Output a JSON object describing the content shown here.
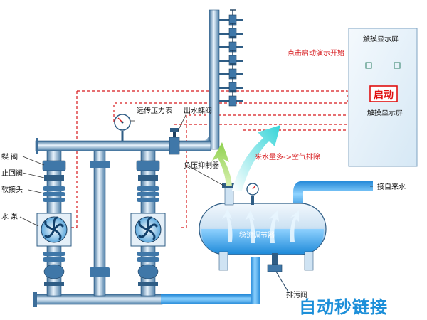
{
  "labels": {
    "butterfly_valve": "蝶 阀",
    "check_valve": "止回阀",
    "soft_joint": "软接头",
    "pump": "水 泵",
    "pressure_gauge": "远传压力表",
    "outlet_valve": "出水蝶阀",
    "suppressor": "负压抑制器",
    "stabilizer_tank": "稳流调节器",
    "excess_air": "来水量多->空气排除",
    "inlet": "接自来水",
    "drain": "排污阀",
    "screen_title": "触摸显示屏",
    "screen_caption": "触摸显示屏",
    "start_button": "启动",
    "start_hint": "点击启动演示开始"
  },
  "watermark": "自动秒链接",
  "colors": {
    "pipe": "#7fb0d8",
    "water": "#3aa8ee",
    "signal": "#d7191c",
    "screen": "#e3eef7",
    "watermark": "#1c8fd9"
  }
}
